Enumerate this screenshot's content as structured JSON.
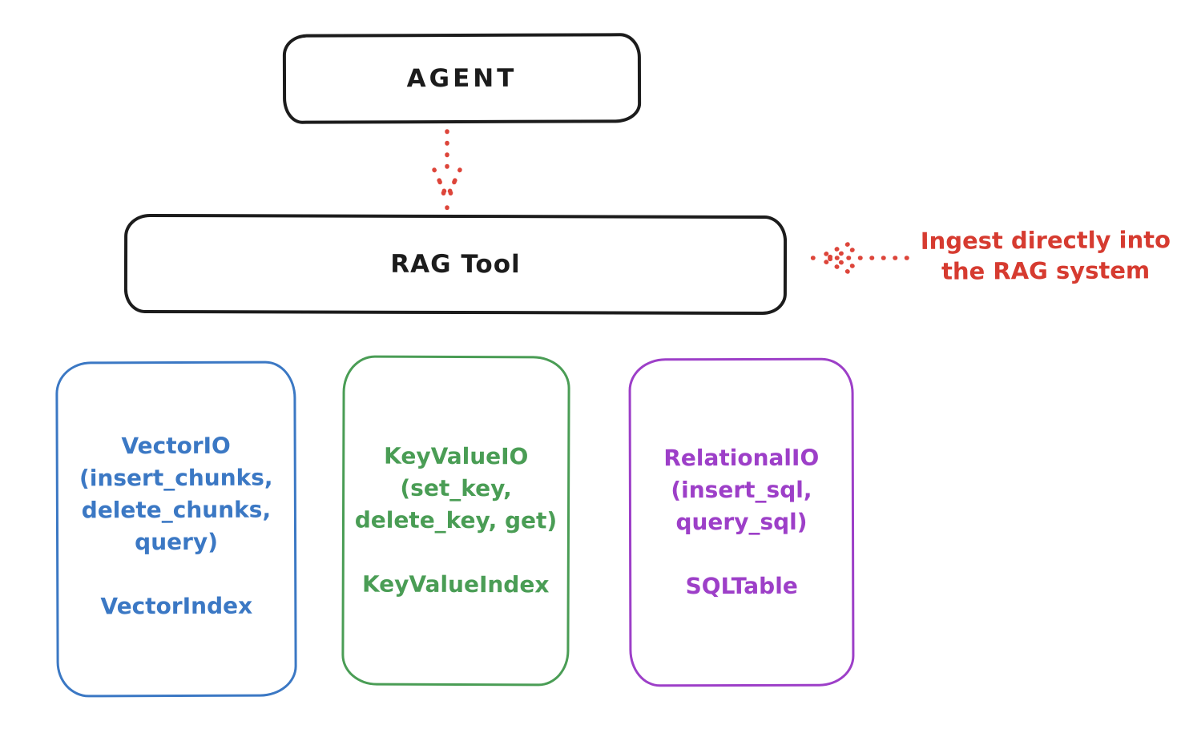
{
  "colors": {
    "ink": "#1c1c1c",
    "red": "#d63b30",
    "blue": "#3b78c4",
    "green": "#4a9d55",
    "purple": "#9d3fc8",
    "background": "#ffffff"
  },
  "nodes": {
    "agent": {
      "label": "AGENT"
    },
    "rag_tool": {
      "label": "RAG Tool"
    },
    "vector_io": {
      "lines": [
        "VectorIO",
        "(insert_chunks,",
        "delete_chunks,",
        "query)"
      ],
      "index_label": "VectorIndex"
    },
    "key_value_io": {
      "lines": [
        "KeyValueIO",
        "(set_key,",
        "delete_key, get)"
      ],
      "index_label": "KeyValueIndex"
    },
    "relational_io": {
      "lines": [
        "RelationalIO",
        "(insert_sql,",
        "query_sql)"
      ],
      "index_label": "SQLTable"
    }
  },
  "annotation": {
    "lines": [
      "Ingest directly into",
      "the RAG system"
    ]
  },
  "arrows": [
    {
      "name": "agent-to-rag-tool",
      "style": "dotted",
      "color": "#d63b30",
      "direction": "down"
    },
    {
      "name": "ingest-into-rag",
      "style": "dotted",
      "color": "#d63b30",
      "direction": "left"
    }
  ]
}
